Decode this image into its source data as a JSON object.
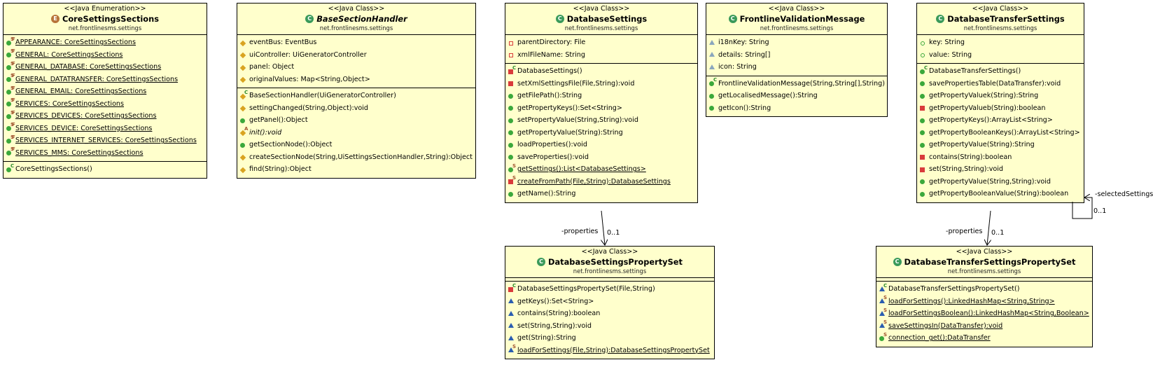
{
  "classes": [
    {
      "id": "core-settings-sections",
      "stereotype": "<<Java Enumeration>>",
      "name": "CoreSettingsSections",
      "package": "net.frontlinesms.settings",
      "kind": "enum",
      "attributes": [
        {
          "text": "APPEARANCE: CoreSettingsSections",
          "vis": "pub",
          "mods": "SF",
          "underline": true
        },
        {
          "text": "GENERAL: CoreSettingsSections",
          "vis": "pub",
          "mods": "SF",
          "underline": true
        },
        {
          "text": "GENERAL_DATABASE: CoreSettingsSections",
          "vis": "pub",
          "mods": "SF",
          "underline": true
        },
        {
          "text": "GENERAL_DATATRANSFER: CoreSettingsSections",
          "vis": "pub",
          "mods": "SF",
          "underline": true
        },
        {
          "text": "GENERAL_EMAIL: CoreSettingsSections",
          "vis": "pub",
          "mods": "SF",
          "underline": true
        },
        {
          "text": "SERVICES: CoreSettingsSections",
          "vis": "pub",
          "mods": "SF",
          "underline": true
        },
        {
          "text": "SERVICES_DEVICES: CoreSettingsSections",
          "vis": "pub",
          "mods": "SF",
          "underline": true
        },
        {
          "text": "SERVICES_DEVICE: CoreSettingsSections",
          "vis": "pub",
          "mods": "SF",
          "underline": true
        },
        {
          "text": "SERVICES_INTERNET_SERVICES: CoreSettingsSections",
          "vis": "pub",
          "mods": "SF",
          "underline": true
        },
        {
          "text": "SERVICES_MMS: CoreSettingsSections",
          "vis": "pub",
          "mods": "SF",
          "underline": true
        }
      ],
      "operations": [
        {
          "text": "CoreSettingsSections()",
          "vis": "pub",
          "mods": "C"
        }
      ]
    },
    {
      "id": "base-section-handler",
      "stereotype": "<<Java Class>>",
      "name": "BaseSectionHandler",
      "package": "net.frontlinesms.settings",
      "kind": "abstract",
      "attributes": [
        {
          "text": "eventBus: EventBus",
          "vis": "dia"
        },
        {
          "text": "uiController: UiGeneratorController",
          "vis": "dia"
        },
        {
          "text": "panel: Object",
          "vis": "dia"
        },
        {
          "text": "originalValues: Map<String,Object>",
          "vis": "dia"
        }
      ],
      "operations": [
        {
          "text": "BaseSectionHandler(UiGeneratorController)",
          "vis": "dia",
          "mods": "C"
        },
        {
          "text": "settingChanged(String,Object):void",
          "vis": "dia"
        },
        {
          "text": "getPanel():Object",
          "vis": "pub"
        },
        {
          "text": "init():void",
          "vis": "dia",
          "mods": "A",
          "italic": true
        },
        {
          "text": "getSectionNode():Object",
          "vis": "pub"
        },
        {
          "text": "createSectionNode(String,UiSettingsSectionHandler,String):Object",
          "vis": "dia"
        },
        {
          "text": "find(String):Object",
          "vis": "dia"
        }
      ]
    },
    {
      "id": "database-settings",
      "stereotype": "<<Java Class>>",
      "name": "DatabaseSettings",
      "package": "net.frontlinesms.settings",
      "kind": "class",
      "attributes": [
        {
          "text": "parentDirectory: File",
          "vis": "privo"
        },
        {
          "text": "xmlFileName: String",
          "vis": "privo"
        }
      ],
      "operations": [
        {
          "text": "DatabaseSettings()",
          "vis": "priv",
          "mods": "C"
        },
        {
          "text": "setXmlSettingsFile(File,String):void",
          "vis": "priv"
        },
        {
          "text": "getFilePath():String",
          "vis": "pub"
        },
        {
          "text": "getPropertyKeys():Set<String>",
          "vis": "pub"
        },
        {
          "text": "setPropertyValue(String,String):void",
          "vis": "pub"
        },
        {
          "text": "getPropertyValue(String):String",
          "vis": "pub"
        },
        {
          "text": "loadProperties():void",
          "vis": "pub"
        },
        {
          "text": "saveProperties():void",
          "vis": "pub"
        },
        {
          "text": "getSettings():List<DatabaseSettings>",
          "vis": "pub",
          "mods": "S",
          "underline": true
        },
        {
          "text": "createFromPath(File,String):DatabaseSettings",
          "vis": "priv",
          "mods": "S",
          "underline": true
        },
        {
          "text": "getName():String",
          "vis": "pub"
        }
      ]
    },
    {
      "id": "frontline-validation-message",
      "stereotype": "<<Java Class>>",
      "name": "FrontlineValidationMessage",
      "package": "net.frontlinesms.settings",
      "kind": "class",
      "attributes": [
        {
          "text": "i18nKey: String",
          "vis": "pkgto"
        },
        {
          "text": "details: String[]",
          "vis": "pkgto"
        },
        {
          "text": "icon: String",
          "vis": "pkgto"
        }
      ],
      "operations": [
        {
          "text": "FrontlineValidationMessage(String,String[],String)",
          "vis": "pub",
          "mods": "C"
        },
        {
          "text": "getLocalisedMessage():String",
          "vis": "pub"
        },
        {
          "text": "getIcon():String",
          "vis": "pub"
        }
      ]
    },
    {
      "id": "database-transfer-settings",
      "stereotype": "<<Java Class>>",
      "name": "DatabaseTransferSettings",
      "package": "net.frontlinesms.settings",
      "kind": "class",
      "attributes": [
        {
          "text": "key: String",
          "vis": "pubo"
        },
        {
          "text": "value: String",
          "vis": "pubo"
        }
      ],
      "operations": [
        {
          "text": "DatabaseTransferSettings()",
          "vis": "pub",
          "mods": "C"
        },
        {
          "text": "savePropertiesTable(DataTransfer):void",
          "vis": "pub"
        },
        {
          "text": "getPropertyValuek(String):String",
          "vis": "pub"
        },
        {
          "text": "getPropertyValueb(String):boolean",
          "vis": "priv"
        },
        {
          "text": "getPropertyKeys():ArrayList<String>",
          "vis": "pub"
        },
        {
          "text": "getPropertyBooleanKeys():ArrayList<String>",
          "vis": "pub"
        },
        {
          "text": "getPropertyValue(String):String",
          "vis": "pub"
        },
        {
          "text": "contains(String):boolean",
          "vis": "priv"
        },
        {
          "text": "set(String,String):void",
          "vis": "priv"
        },
        {
          "text": "getPropertyValue(String,String):void",
          "vis": "pub"
        },
        {
          "text": "getPropertyBooleanValue(String):boolean",
          "vis": "pub"
        }
      ]
    },
    {
      "id": "database-settings-property-set",
      "stereotype": "<<Java Class>>",
      "name": "DatabaseSettingsPropertySet",
      "package": "net.frontlinesms.settings",
      "kind": "class",
      "attributes": [],
      "operations": [
        {
          "text": "DatabaseSettingsPropertySet(File,String)",
          "vis": "priv",
          "mods": "C"
        },
        {
          "text": "getKeys():Set<String>",
          "vis": "pkgt"
        },
        {
          "text": "contains(String):boolean",
          "vis": "pkgt"
        },
        {
          "text": "set(String,String):void",
          "vis": "pkgt"
        },
        {
          "text": "get(String):String",
          "vis": "pkgt"
        },
        {
          "text": "loadForSettings(File,String):DatabaseSettingsPropertySet",
          "vis": "pkgt",
          "mods": "S",
          "underline": true
        }
      ]
    },
    {
      "id": "database-transfer-settings-property-set",
      "stereotype": "<<Java Class>>",
      "name": "DatabaseTransferSettingsPropertySet",
      "package": "net.frontlinesms.settings",
      "kind": "class",
      "attributes": [],
      "operations": [
        {
          "text": "DatabaseTransferSettingsPropertySet()",
          "vis": "pkgt",
          "mods": "C"
        },
        {
          "text": "loadForSettings():LinkedHashMap<String,String>",
          "vis": "pkgt",
          "mods": "S",
          "underline": true
        },
        {
          "text": "loadForSettingsBoolean():LinkedHashMap<String,Boolean>",
          "vis": "pkgt",
          "mods": "S",
          "underline": true
        },
        {
          "text": "saveSettingsIn(DataTransfer):void",
          "vis": "pkgt",
          "mods": "S",
          "underline": true
        },
        {
          "text": "connection_get():DataTransfer",
          "vis": "pub",
          "mods": "S",
          "underline": true
        }
      ]
    }
  ],
  "edges": [
    {
      "id": "dbs-props",
      "role": "-properties",
      "multiplicity": "0..1"
    },
    {
      "id": "dts-props",
      "role": "-properties",
      "multiplicity": "0..1"
    },
    {
      "id": "dts-self",
      "role": "-selectedSettings",
      "multiplicity": "0..1"
    }
  ],
  "colors": {
    "box_fill": "#ffffcc",
    "public": "#3ba83b",
    "private": "#d93b3b",
    "protected": "#d9a320",
    "package": "#2a5db0"
  }
}
